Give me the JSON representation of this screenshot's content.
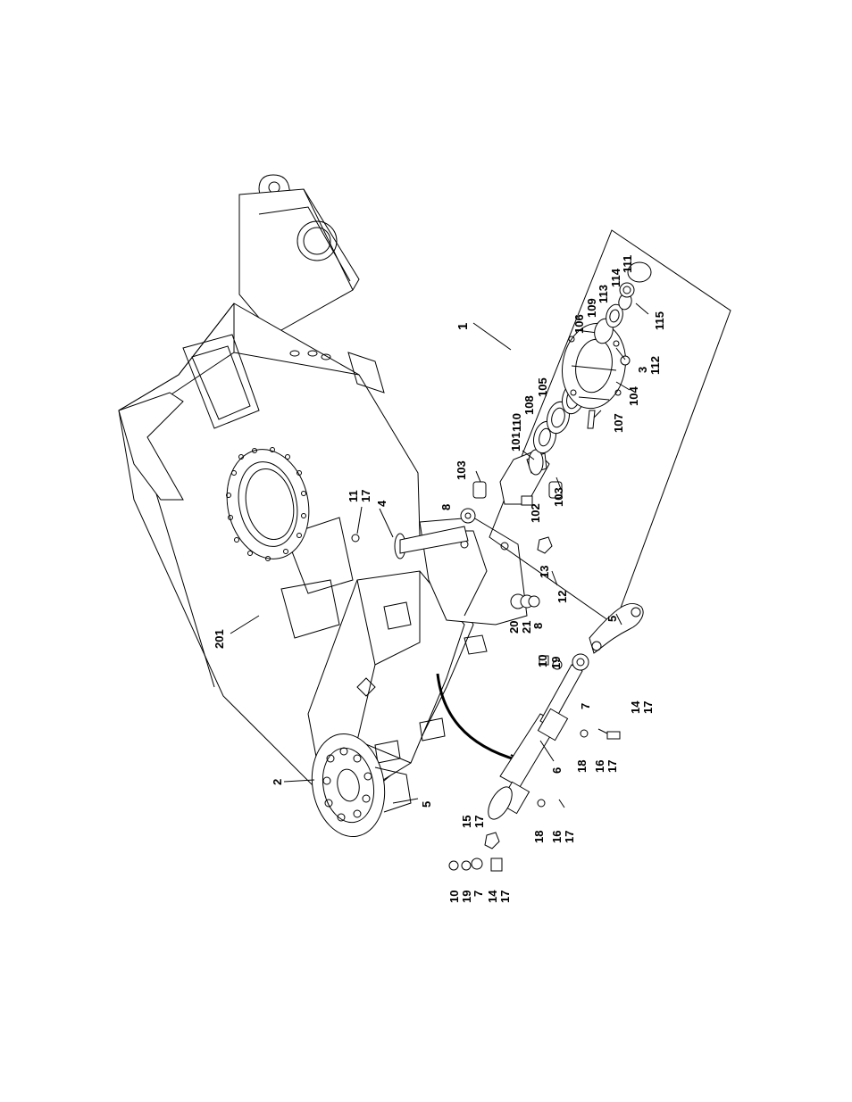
{
  "labels": {
    "l201": "201",
    "l1": "1",
    "l2": "2",
    "l3": "3",
    "l4": "4",
    "l5a": "5",
    "l5b": "5",
    "l6": "6",
    "l7a": "7",
    "l7b": "7",
    "l8a": "8",
    "l8b": "8",
    "l10a": "10",
    "l10b": "10",
    "l11": "11",
    "l12": "12",
    "l13": "13",
    "l14a": "14",
    "l14b": "14",
    "l15": "15",
    "l16a": "16",
    "l16b": "16",
    "l17a": "17",
    "l17b": "17",
    "l17c": "17",
    "l17d": "17",
    "l17e": "17",
    "l17f": "17",
    "l18a": "18",
    "l18b": "18",
    "l19a": "19",
    "l19b": "19",
    "l20": "20",
    "l21": "21",
    "l101": "101",
    "l102": "102",
    "l103a": "103",
    "l103b": "103",
    "l104": "104",
    "l105": "105",
    "l106": "106",
    "l107": "107",
    "l108": "108",
    "l109": "109",
    "l110": "110",
    "l111": "111",
    "l112": "112",
    "l113": "113",
    "l114": "114",
    "l115": "115"
  }
}
